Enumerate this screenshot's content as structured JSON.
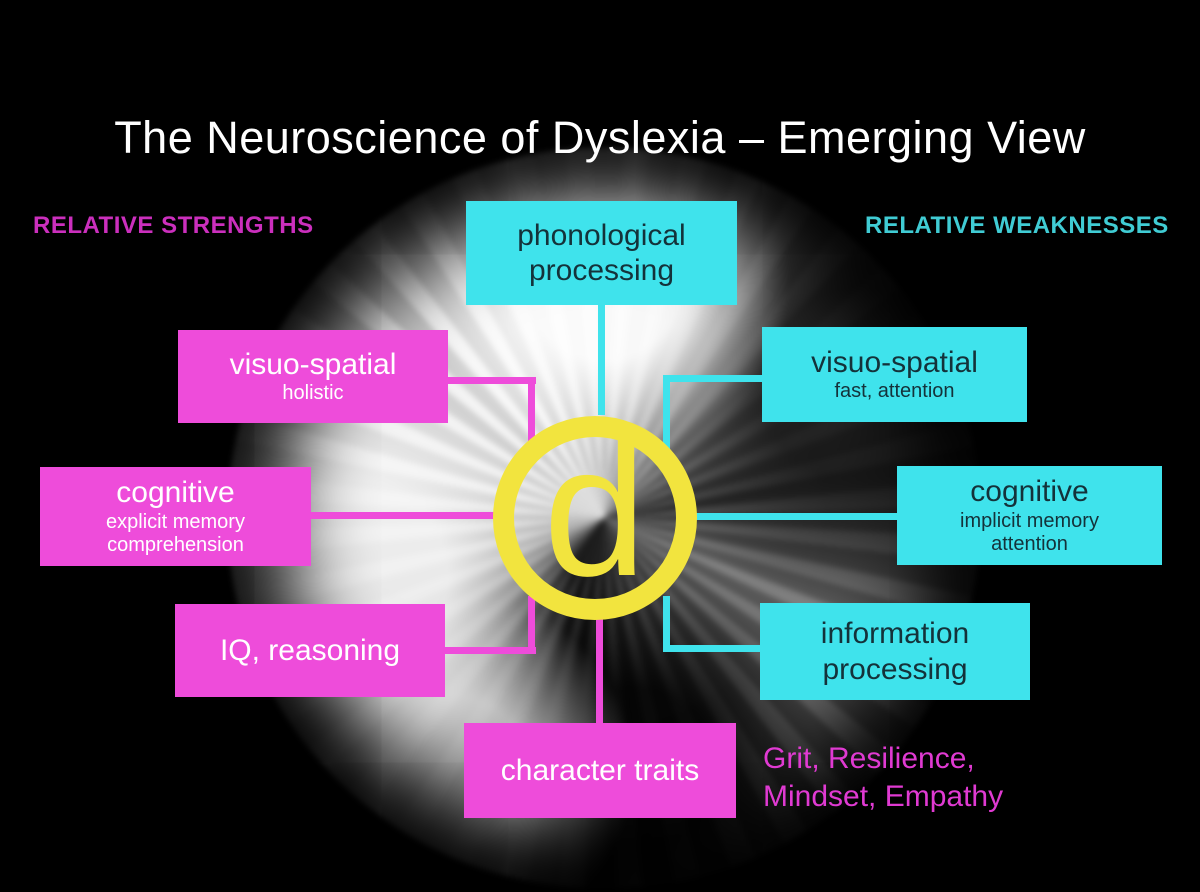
{
  "title": "The Neuroscience of Dyslexia – Emerging View",
  "headers": {
    "left": "RELATIVE STRENGTHS",
    "right": "RELATIVE WEAKNESSES"
  },
  "center": {
    "letter": "d"
  },
  "strengths": {
    "visuo_spatial": {
      "title": "visuo-spatial",
      "sub1": "holistic"
    },
    "cognitive": {
      "title": "cognitive",
      "sub1": "explicit memory",
      "sub2": "comprehension"
    },
    "iq": {
      "title": "IQ, reasoning"
    },
    "character": {
      "title": "character traits"
    }
  },
  "weaknesses": {
    "phonological": {
      "title": "phonological processing"
    },
    "visuo_spatial": {
      "title": "visuo-spatial",
      "sub1": "fast, attention"
    },
    "cognitive": {
      "title": "cognitive",
      "sub1": "implicit memory",
      "sub2": "attention"
    },
    "information": {
      "title": "information processing"
    }
  },
  "note": {
    "line1": "Grit, Resilience,",
    "line2": "Mindset, Empathy"
  },
  "colors": {
    "magenta": "#ee4cda",
    "cyan": "#3fe3ec",
    "yellow": "#f2e43e",
    "magenta_text": "#cb2fbd",
    "cyan_text": "#40ccd4",
    "note_magenta": "#e03ad2"
  }
}
